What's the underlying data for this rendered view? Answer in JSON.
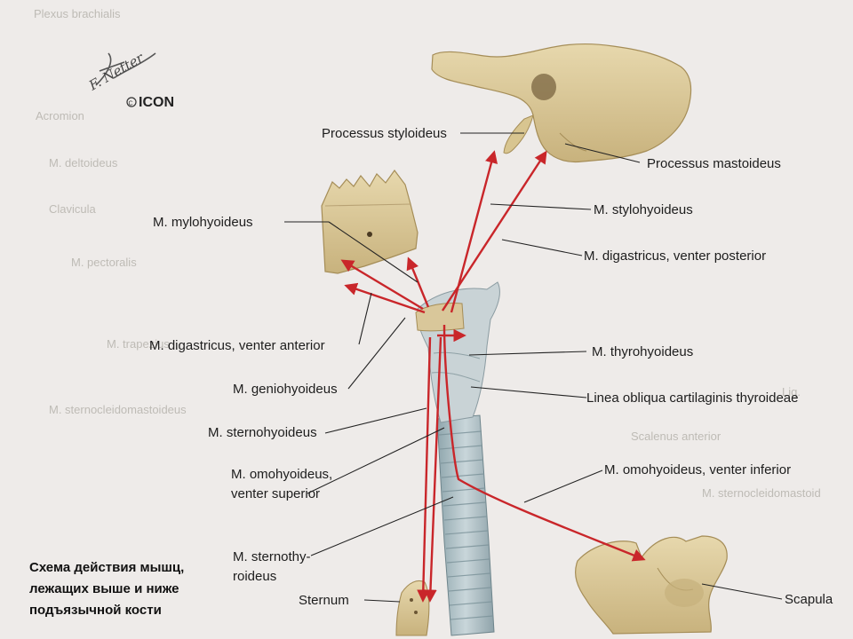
{
  "labels": {
    "processus_styloideus": "Processus styloideus",
    "processus_mastoideus": "Processus mastoideus",
    "m_mylohyoideus": "M. mylohyoideus",
    "m_stylohyoideus": "M. stylohyoideus",
    "m_digastricus_posterior": "M. digastricus, venter posterior",
    "m_digastricus_anterior": "M. digastricus, venter anterior",
    "m_thyrohyoideus": "M. thyrohyoideus",
    "m_geniohyoideus": "M. geniohyoideus",
    "linea_obliqua": "Linea obliqua cartilaginis thyroideae",
    "m_sternohyoideus": "M. sternohyoideus",
    "m_omohyoideus_inferior": "M. omohyoideus, venter inferior",
    "m_omohyoideus_superior_1": "M. omohyoideus,",
    "m_omohyoideus_superior_2": "venter superior",
    "m_sternothyroideus_1": "M. sternothy-",
    "m_sternothyroideus_2": "roideus",
    "sternum": "Sternum",
    "scapula": "Scapula"
  },
  "caption": {
    "line1": "Схема действия мышц,",
    "line2": "лежащих выше и ниже",
    "line3": "подъязычной кости"
  },
  "logo": {
    "signature": "F. Netter",
    "publisher": "ICON"
  },
  "colors": {
    "arrow": "#c9262a",
    "bone": "#d9c79a",
    "cartilage": "#b9c7cc",
    "background": "#e9e7e3"
  }
}
